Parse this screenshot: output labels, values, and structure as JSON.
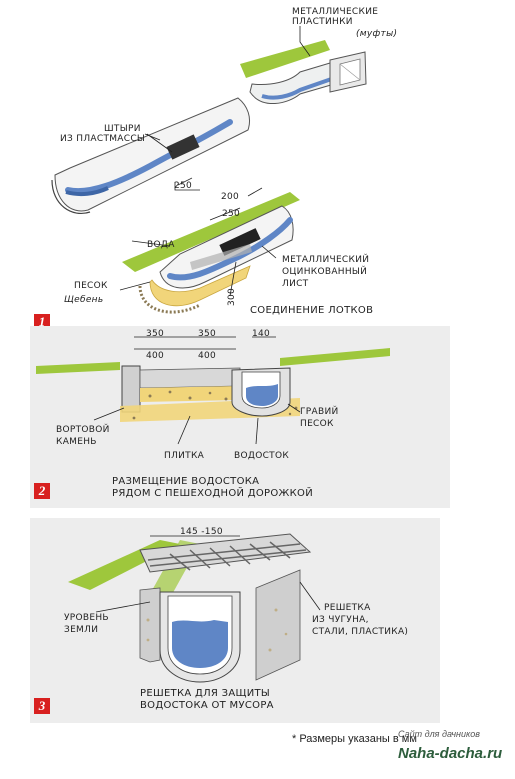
{
  "panel1": {
    "number": "1",
    "labels": {
      "metal_plates_1": "МЕТАЛЛИЧЕСКИЕ",
      "metal_plates_2": "ПЛАСТИНКИ",
      "couplings": "(муфты)",
      "plastic_pins_1": "ШТЫРИ",
      "plastic_pins_2": "ИЗ ПЛАСТМАССЫ",
      "dim_250": "250",
      "dim_200": "200",
      "dim_250b": "250",
      "water": "ВОДА",
      "sheet_1": "МЕТАЛЛИЧЕСКИЙ",
      "sheet_2": "ОЦИНКОВАННЫЙ",
      "sheet_3": "ЛИСТ",
      "sand": "ПЕСОК",
      "gravel": "Щебень",
      "dim_300": "300",
      "caption": "СОЕДИНЕНИЕ ЛОТКОВ"
    }
  },
  "panel2": {
    "number": "2",
    "labels": {
      "d350a": "350",
      "d400a": "400",
      "d350b": "350",
      "d400b": "400",
      "d140": "140",
      "curb_1": "ВОРТОВОЙ",
      "curb_2": "КАМЕНЬ",
      "gravel": "ГРАВИЙ",
      "sand": "ПЕСОК",
      "tile": "ПЛИТКА",
      "drain": "ВОДОСТОК",
      "caption_1": "РАЗМЕЩЕНИЕ ВОДОСТОКА",
      "caption_2": "РЯДОМ С ПЕШЕХОДНОЙ ДОРОЖКОЙ"
    }
  },
  "panel3": {
    "number": "3",
    "labels": {
      "dim": "145 -150",
      "ground_1": "УРОВЕНЬ",
      "ground_2": "ЗЕМЛИ",
      "grate_1": "РЕШЕТКА",
      "grate_2": "ИЗ ЧУГУНА,",
      "grate_3": "СТАЛИ, ПЛАСТИКА)",
      "caption_1": "РЕШЕТКА ДЛЯ ЗАЩИТЫ",
      "caption_2": "ВОДОСТОКА ОТ МУСОРА"
    }
  },
  "footnote": "* Размеры указаны в мм",
  "watermark_small": "Сайт для дачников",
  "watermark": "Naha-dacha.ru",
  "colors": {
    "grass": "#9ec73c",
    "water": "#5f86c6",
    "sand": "#f1d57a",
    "concrete": "#cfcfcf",
    "red": "#d8201f"
  }
}
